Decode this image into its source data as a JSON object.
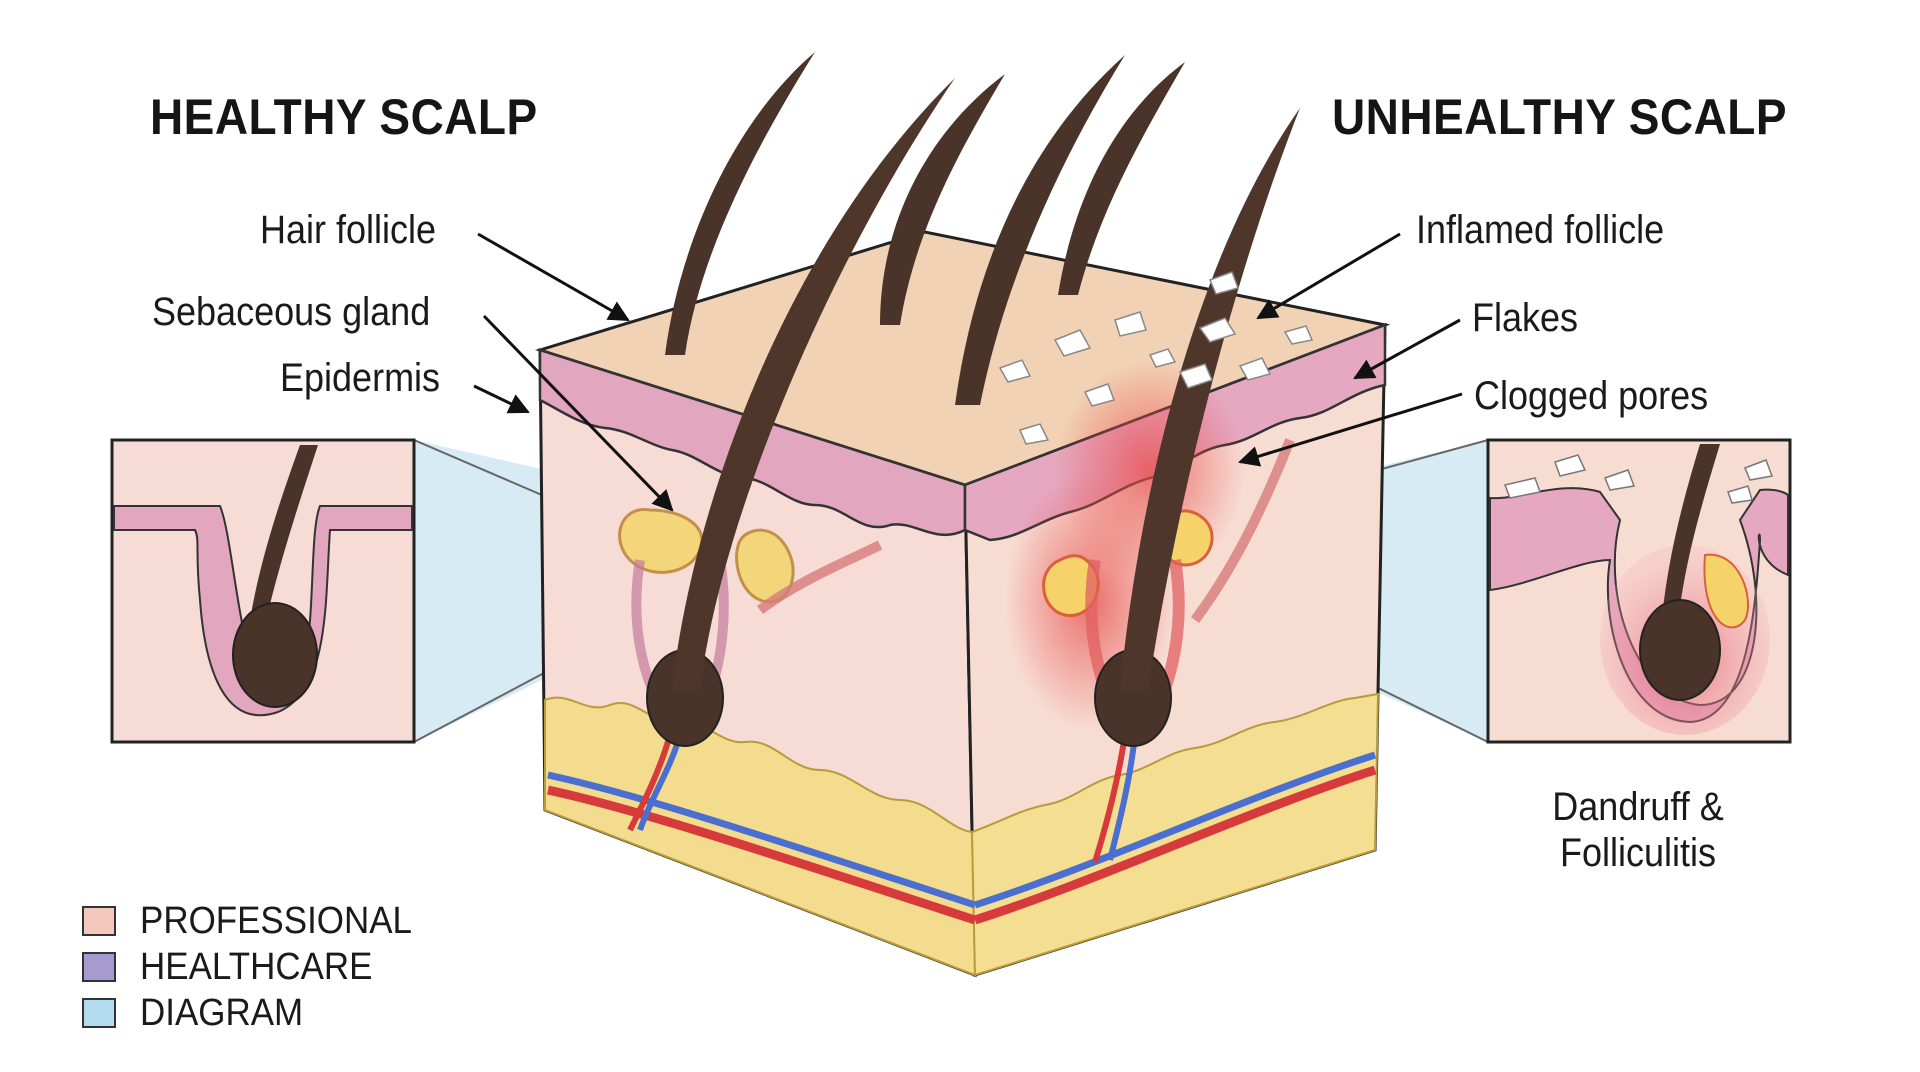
{
  "headings": {
    "healthy": "HEALTHY SCALP",
    "unhealthy": "UNHEALTHY SCALP"
  },
  "labels_left": {
    "hair_follicle": "Hair follicle",
    "sebaceous_gland": "Sebaceous gland",
    "epidermis": "Epidermis"
  },
  "labels_right": {
    "inflamed_follicle": "Inflamed follicle",
    "flakes": "Flakes",
    "clogged_pores": "Clogged pores"
  },
  "caption": {
    "line1": "Dandruff &",
    "line2": "Folliculitis"
  },
  "legend": [
    {
      "label": "PROFESSIONAL",
      "color": "#f3c9bd"
    },
    {
      "label": "HEALTHCARE",
      "color": "#a59bd0"
    },
    {
      "label": "DIAGRAM",
      "color": "#b4dcef"
    }
  ],
  "colors": {
    "skin_top": "#f2d2b4",
    "epidermis": "#e3a6bf",
    "dermis": "#f6dcd4",
    "fat": "#f3dc8e",
    "hair": "#4a3328",
    "artery": "#d63a3a",
    "vein": "#4a6fd0",
    "inflammation": "#e84a4a",
    "zoom_blue": "#cfe8f2"
  }
}
